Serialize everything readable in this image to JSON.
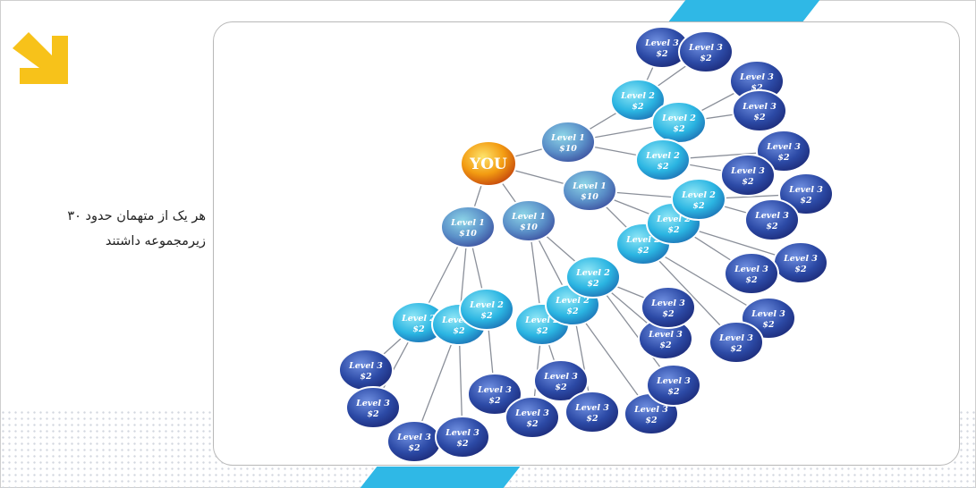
{
  "caption": {
    "line1": "هر یک از متهمان حدود ۳۰",
    "line2": "زیرمجموعه داشتند"
  },
  "colors": {
    "accent_stripe": "#2fb8e6",
    "arrow": "#f7c21a",
    "level1_fill": "#5a8fc8",
    "level2_fill": "#2bb5e2",
    "level3_fill": "#2c4aa6",
    "root_fill": "#f39c12"
  },
  "icons": {
    "corner_arrow": "arrow-down-right-icon"
  },
  "diagram": {
    "root": {
      "label": "YOU"
    },
    "level1_line1": "Level 1",
    "level1_line2": "$10",
    "level2_line1": "Level 2",
    "level2_line2": "$2",
    "level3_line1": "Level 3",
    "level3_line2": "$2"
  }
}
